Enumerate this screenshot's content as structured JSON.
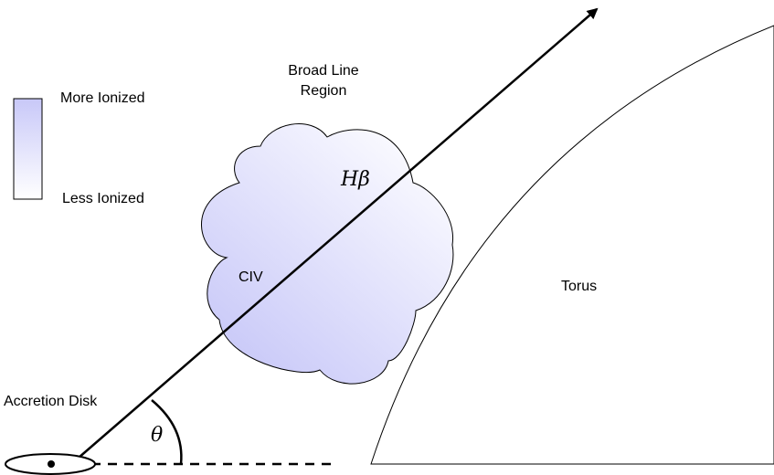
{
  "legend": {
    "top_label": "More Ionized",
    "bottom_label": "Less Ionized",
    "gradient_top_color": "#c8c8f8",
    "gradient_bottom_color": "#ffffff"
  },
  "cloud": {
    "title_line1": "Broad Line",
    "title_line2": "Region",
    "label_hbeta": "Hβ",
    "label_civ": "CIV",
    "fill_light": "#fafaff",
    "fill_dark": "#c8c8f8"
  },
  "torus": {
    "label": "Torus"
  },
  "disk": {
    "label": "Accretion Disk"
  },
  "angle": {
    "label": "θ"
  }
}
